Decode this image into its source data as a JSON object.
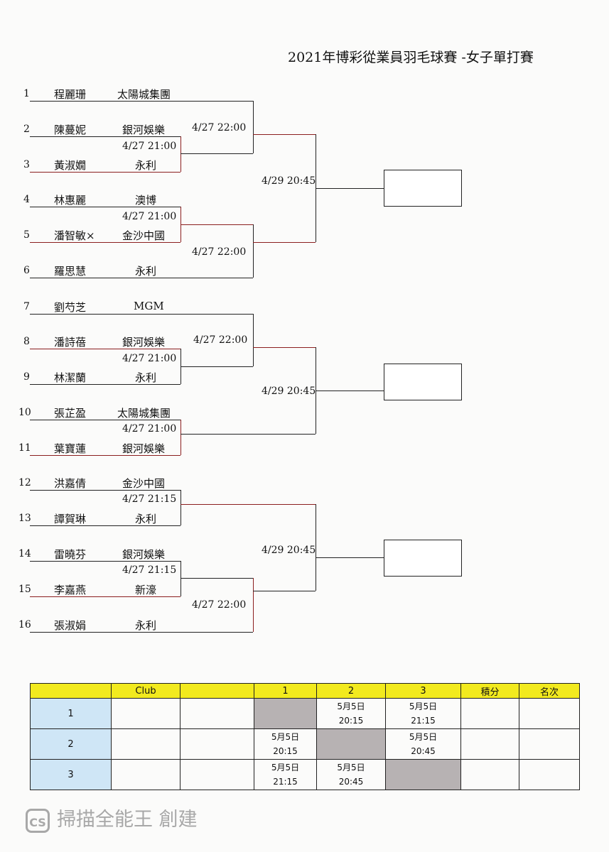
{
  "title": "2021年博彩從業員羽毛球賽 -女子單打賽",
  "players": [
    {
      "num": "1",
      "name": "程麗珊",
      "club": "太陽城集團"
    },
    {
      "num": "2",
      "name": "陳蔓妮",
      "club": "銀河娛樂"
    },
    {
      "num": "3",
      "name": "黃淑嫺",
      "club": "永利"
    },
    {
      "num": "4",
      "name": "林惠麗",
      "club": "澳博"
    },
    {
      "num": "5",
      "name": "潘智敏×",
      "club": "金沙中國"
    },
    {
      "num": "6",
      "name": "羅思慧",
      "club": "永利"
    },
    {
      "num": "7",
      "name": "劉芍芝",
      "club": "MGM"
    },
    {
      "num": "8",
      "name": "潘詩蓓",
      "club": "銀河娛樂"
    },
    {
      "num": "9",
      "name": "林潔蘭",
      "club": "永利"
    },
    {
      "num": "10",
      "name": "張芷盈",
      "club": "太陽城集團"
    },
    {
      "num": "11",
      "name": "葉寶蓮",
      "club": "銀河娛樂"
    },
    {
      "num": "12",
      "name": "洪嘉倩",
      "club": "金沙中國"
    },
    {
      "num": "13",
      "name": "譚賀琳",
      "club": "永利"
    },
    {
      "num": "14",
      "name": "雷曉芬",
      "club": "銀河娛樂"
    },
    {
      "num": "15",
      "name": "李嘉燕",
      "club": "新濠"
    },
    {
      "num": "16",
      "name": "張淑娟",
      "club": "永利"
    }
  ],
  "match_times": [
    "4/27 21:00",
    "4/27 22:00",
    "4/27 21:00",
    "4/27 22:00",
    "4/29 20:45",
    "4/27 21:00",
    "4/27 22:00",
    "4/27 21:00",
    "4/29 20:45",
    "4/27 21:15",
    "4/27 21:15",
    "4/27 22:00",
    "4/29 20:45"
  ],
  "schedule": {
    "headers": [
      "",
      "Club",
      "",
      "1",
      "2",
      "3",
      "積分",
      "名次"
    ],
    "rows": [
      {
        "label": "1",
        "c1": [
          "",
          ""
        ],
        "c2": [
          "5月5日",
          "20:15"
        ],
        "c3": [
          "5月5日",
          "21:15"
        ]
      },
      {
        "label": "2",
        "c1": [
          "5月5日",
          "20:15"
        ],
        "c2": [
          "",
          ""
        ],
        "c3": [
          "5月5日",
          "20:45"
        ]
      },
      {
        "label": "3",
        "c1": [
          "5月5日",
          "21:15"
        ],
        "c2": [
          "5月5日",
          "20:45"
        ],
        "c3": [
          "",
          ""
        ]
      }
    ]
  },
  "watermark": {
    "logo": "CS",
    "text": "掃描全能王 創建"
  },
  "colors": {
    "header_yellow": "#f2ea1e",
    "row_blue": "#cfe6f6",
    "bye_grey": "#b7b2b3",
    "red_line": "#8b1e1e"
  }
}
